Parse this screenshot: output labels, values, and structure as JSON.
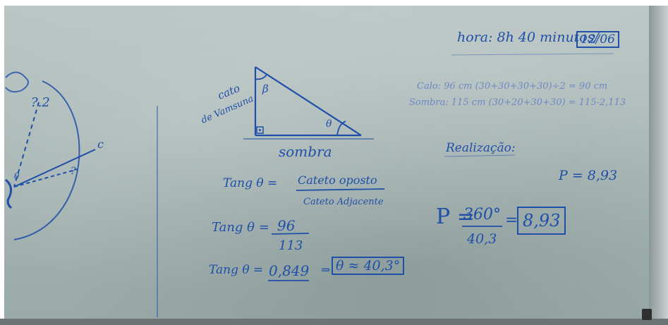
{
  "header": {
    "hora": "hora: 8h 40 minutos/",
    "date": "12/06"
  },
  "left_sketch": {
    "label_z": "?.2",
    "label_c": "c",
    "label_q": "?",
    "label_theta": "θ"
  },
  "triangle": {
    "cateto_label_1": "cato",
    "cateto_label_2": "de Vamsuna",
    "beta": "β",
    "theta": "θ",
    "base_label": "sombra"
  },
  "formulas": {
    "tang_lhs": "Tang θ =",
    "tang_num": "Cateto oposto",
    "tang_den": "Cateto Adjacente",
    "tang2_lhs": "Tang θ =",
    "tang2_num": "96",
    "tang2_den": "113",
    "tang3_lhs": "Tang θ =",
    "tang3_val": "0,849",
    "arrow": "⇒",
    "result": "θ ≈ 40,3°"
  },
  "right_notes": {
    "calo_line": "Calo: 96 cm  (30+30+30+30)÷2 = 90 cm",
    "sombra_line": "Sombra: 115 cm (30+20+30+30) = 115-2,113",
    "realizacao": "Realização:",
    "p_small": "P = 8,93",
    "p_lhs": "P =",
    "p_num": "360°",
    "p_den": "40,3",
    "p_eq": "=",
    "p_result": "8,93"
  }
}
